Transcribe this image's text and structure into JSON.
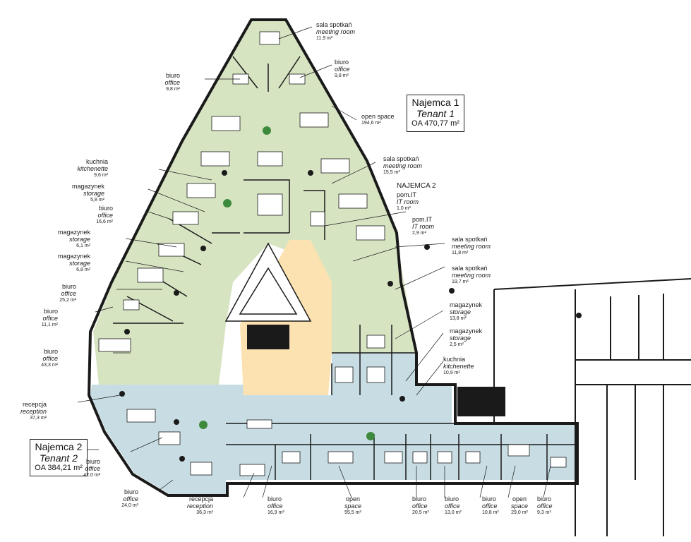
{
  "colors": {
    "tenant1": "#d7e4c2",
    "tenant2": "#c7dde3",
    "core": "#fbe2b0",
    "wall": "#1a1a1a",
    "furniture": "#ffffff"
  },
  "tenants": [
    {
      "name": "Najemca 1",
      "name_en": "Tenant 1",
      "area": "OA 470,77 m²"
    },
    {
      "name": "Najemca 2",
      "name_en": "Tenant 2",
      "area": "OA 384,21 m²"
    }
  ],
  "extra_label": "NAJEMCA 2",
  "rooms": [
    {
      "pl": "sala spotkań",
      "en": "meeting room",
      "area": "11,9 m²"
    },
    {
      "pl": "biuro",
      "en": "office",
      "area": "9,8 m²"
    },
    {
      "pl": "biuro",
      "en": "office",
      "area": "9,8 m²"
    },
    {
      "pl": "open space",
      "en": "",
      "area": "194,6 m²"
    },
    {
      "pl": "kuchnia",
      "en": "kitchenette",
      "area": "9,6 m²"
    },
    {
      "pl": "sala spotkań",
      "en": "meeting room",
      "area": "15,5 m²"
    },
    {
      "pl": "pom.IT",
      "en": "IT room",
      "area": "1,0 m²"
    },
    {
      "pl": "magazynek",
      "en": "storage",
      "area": "5,8 m²"
    },
    {
      "pl": "pom.IT",
      "en": "IT room",
      "area": "2,9 m²"
    },
    {
      "pl": "biuro",
      "en": "office",
      "area": "16,6 m²"
    },
    {
      "pl": "magazynek",
      "en": "storage",
      "area": "6,1 m²"
    },
    {
      "pl": "sala spotkań",
      "en": "meeting room",
      "area": "11,8 m²"
    },
    {
      "pl": "magazynek",
      "en": "storage",
      "area": "6,8 m²"
    },
    {
      "pl": "sala spotkań",
      "en": "meeting room",
      "area": "19,7 m²"
    },
    {
      "pl": "biuro",
      "en": "office",
      "area": "25,2 m²"
    },
    {
      "pl": "magazynek",
      "en": "storage",
      "area": "13,8 m²"
    },
    {
      "pl": "biuro",
      "en": "office",
      "area": "11,1 m²"
    },
    {
      "pl": "magazynek",
      "en": "storage",
      "area": "2,5 m²"
    },
    {
      "pl": "biuro",
      "en": "office",
      "area": "43,3 m²"
    },
    {
      "pl": "kuchnia",
      "en": "kitchenette",
      "area": "10,9 m²"
    },
    {
      "pl": "recepcja",
      "en": "reception",
      "area": "37,3 m²"
    },
    {
      "pl": "biuro",
      "en": "office",
      "area": "42,0 m²"
    },
    {
      "pl": "biuro",
      "en": "office",
      "area": "24,0 m²"
    },
    {
      "pl": "recepcja",
      "en": "reception",
      "area": "36,3 m²"
    },
    {
      "pl": "biuro",
      "en": "office",
      "area": "16,9 m²"
    },
    {
      "pl": "open",
      "en": "space",
      "area": "55,5 m²"
    },
    {
      "pl": "biuro",
      "en": "office",
      "area": "20,5 m²"
    },
    {
      "pl": "biuro",
      "en": "office",
      "area": "13,0 m²"
    },
    {
      "pl": "biuro",
      "en": "office",
      "area": "10,8 m²"
    },
    {
      "pl": "open",
      "en": "space",
      "area": "29,0 m²"
    },
    {
      "pl": "biuro",
      "en": "office",
      "area": "9,3 m²"
    }
  ]
}
